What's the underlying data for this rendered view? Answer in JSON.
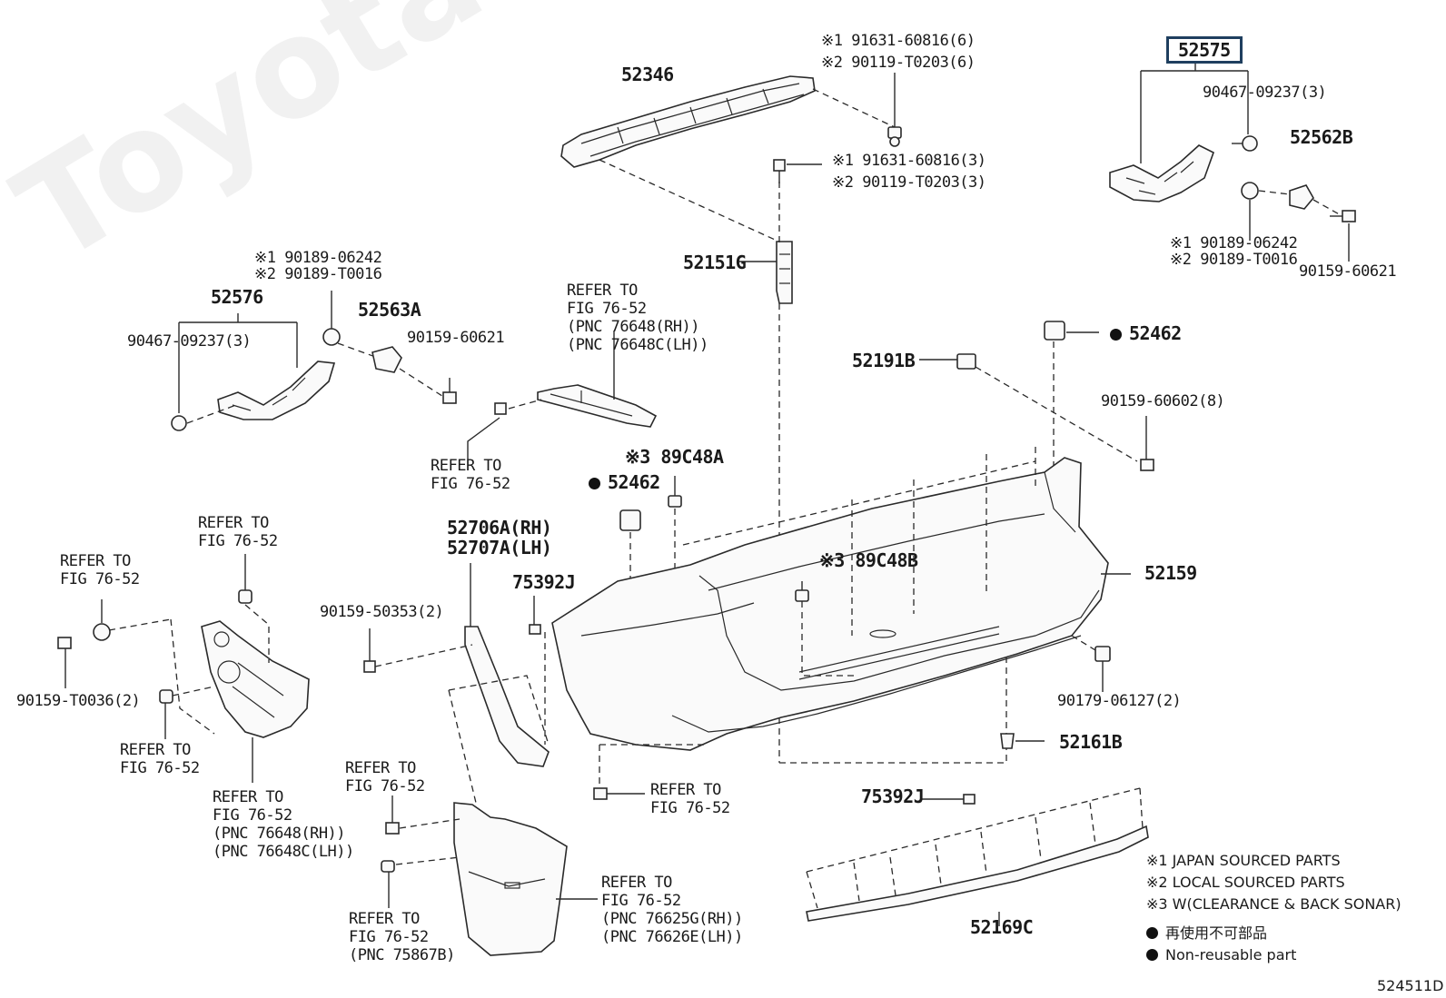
{
  "watermark": "ToyotaCarMine.ru",
  "diagram_id": "524511D",
  "labels": {
    "n52575": "52575",
    "n52346": "52346",
    "f1a": "※1 91631-60816(6)",
    "f1b": "※2 90119-T0203(6)",
    "f2a": "※1 91631-60816(3)",
    "f2b": "※2 90119-T0203(3)",
    "n90467r": "90467-09237(3)",
    "n52562b": "52562B",
    "c1a": "※1 90189-06242",
    "c1b": "※2 90189-T0016",
    "n90159r": "90159-60621",
    "n52151g": "52151G",
    "c2a": "※1 90189-06242",
    "c2b": "※2 90189-T0016",
    "n52576": "52576",
    "n52563a": "52563A",
    "n90467l": "90467-09237(3)",
    "n90159l": "90159-60621",
    "ref1": "REFER TO\nFIG 76-52\n(PNC 76648(RH))\n(PNC 76648C(LH))",
    "n52462a": "52462",
    "n52191b": "52191B",
    "n90159c": "90159-60602(8)",
    "ref2": "REFER TO\nFIG 76-52",
    "n89c48a": "※3 89C48A",
    "n52462b": "52462",
    "ref3": "REFER TO\nFIG 76-52",
    "ref4": "REFER TO\nFIG 76-52",
    "n52706": "52706A(RH)\n52707A(LH)",
    "n75392j": "75392J",
    "n89c48b": "※3 89C48B",
    "n52159": "52159",
    "n90159b": "90159-50353(2)",
    "n90159t": "90159-T0036(2)",
    "n90179": "90179-06127(2)",
    "ref5": "REFER TO\nFIG 76-52",
    "ref6": "REFER TO\nFIG 76-52\n(PNC 76648(RH))\n(PNC 76648C(LH))",
    "ref7": "REFER TO\nFIG 76-52",
    "n52161b": "52161B",
    "ref8": "REFER TO\nFIG 76-52",
    "n75392j2": "75392J",
    "ref9": "REFER TO\nFIG 76-52\n(PNC 76625G(RH))\n(PNC 76626E(LH))",
    "ref10": "REFER TO\nFIG 76-52\n(PNC 75867B)",
    "n52169c": "52169C"
  },
  "legend": {
    "l1": "※1 JAPAN SOURCED PARTS",
    "l2": "※2 LOCAL SOURCED PARTS",
    "l3": "※3 W(CLEARANCE & BACK SONAR)",
    "l4": "再使用不可部品",
    "l5": "Non-reusable part"
  }
}
